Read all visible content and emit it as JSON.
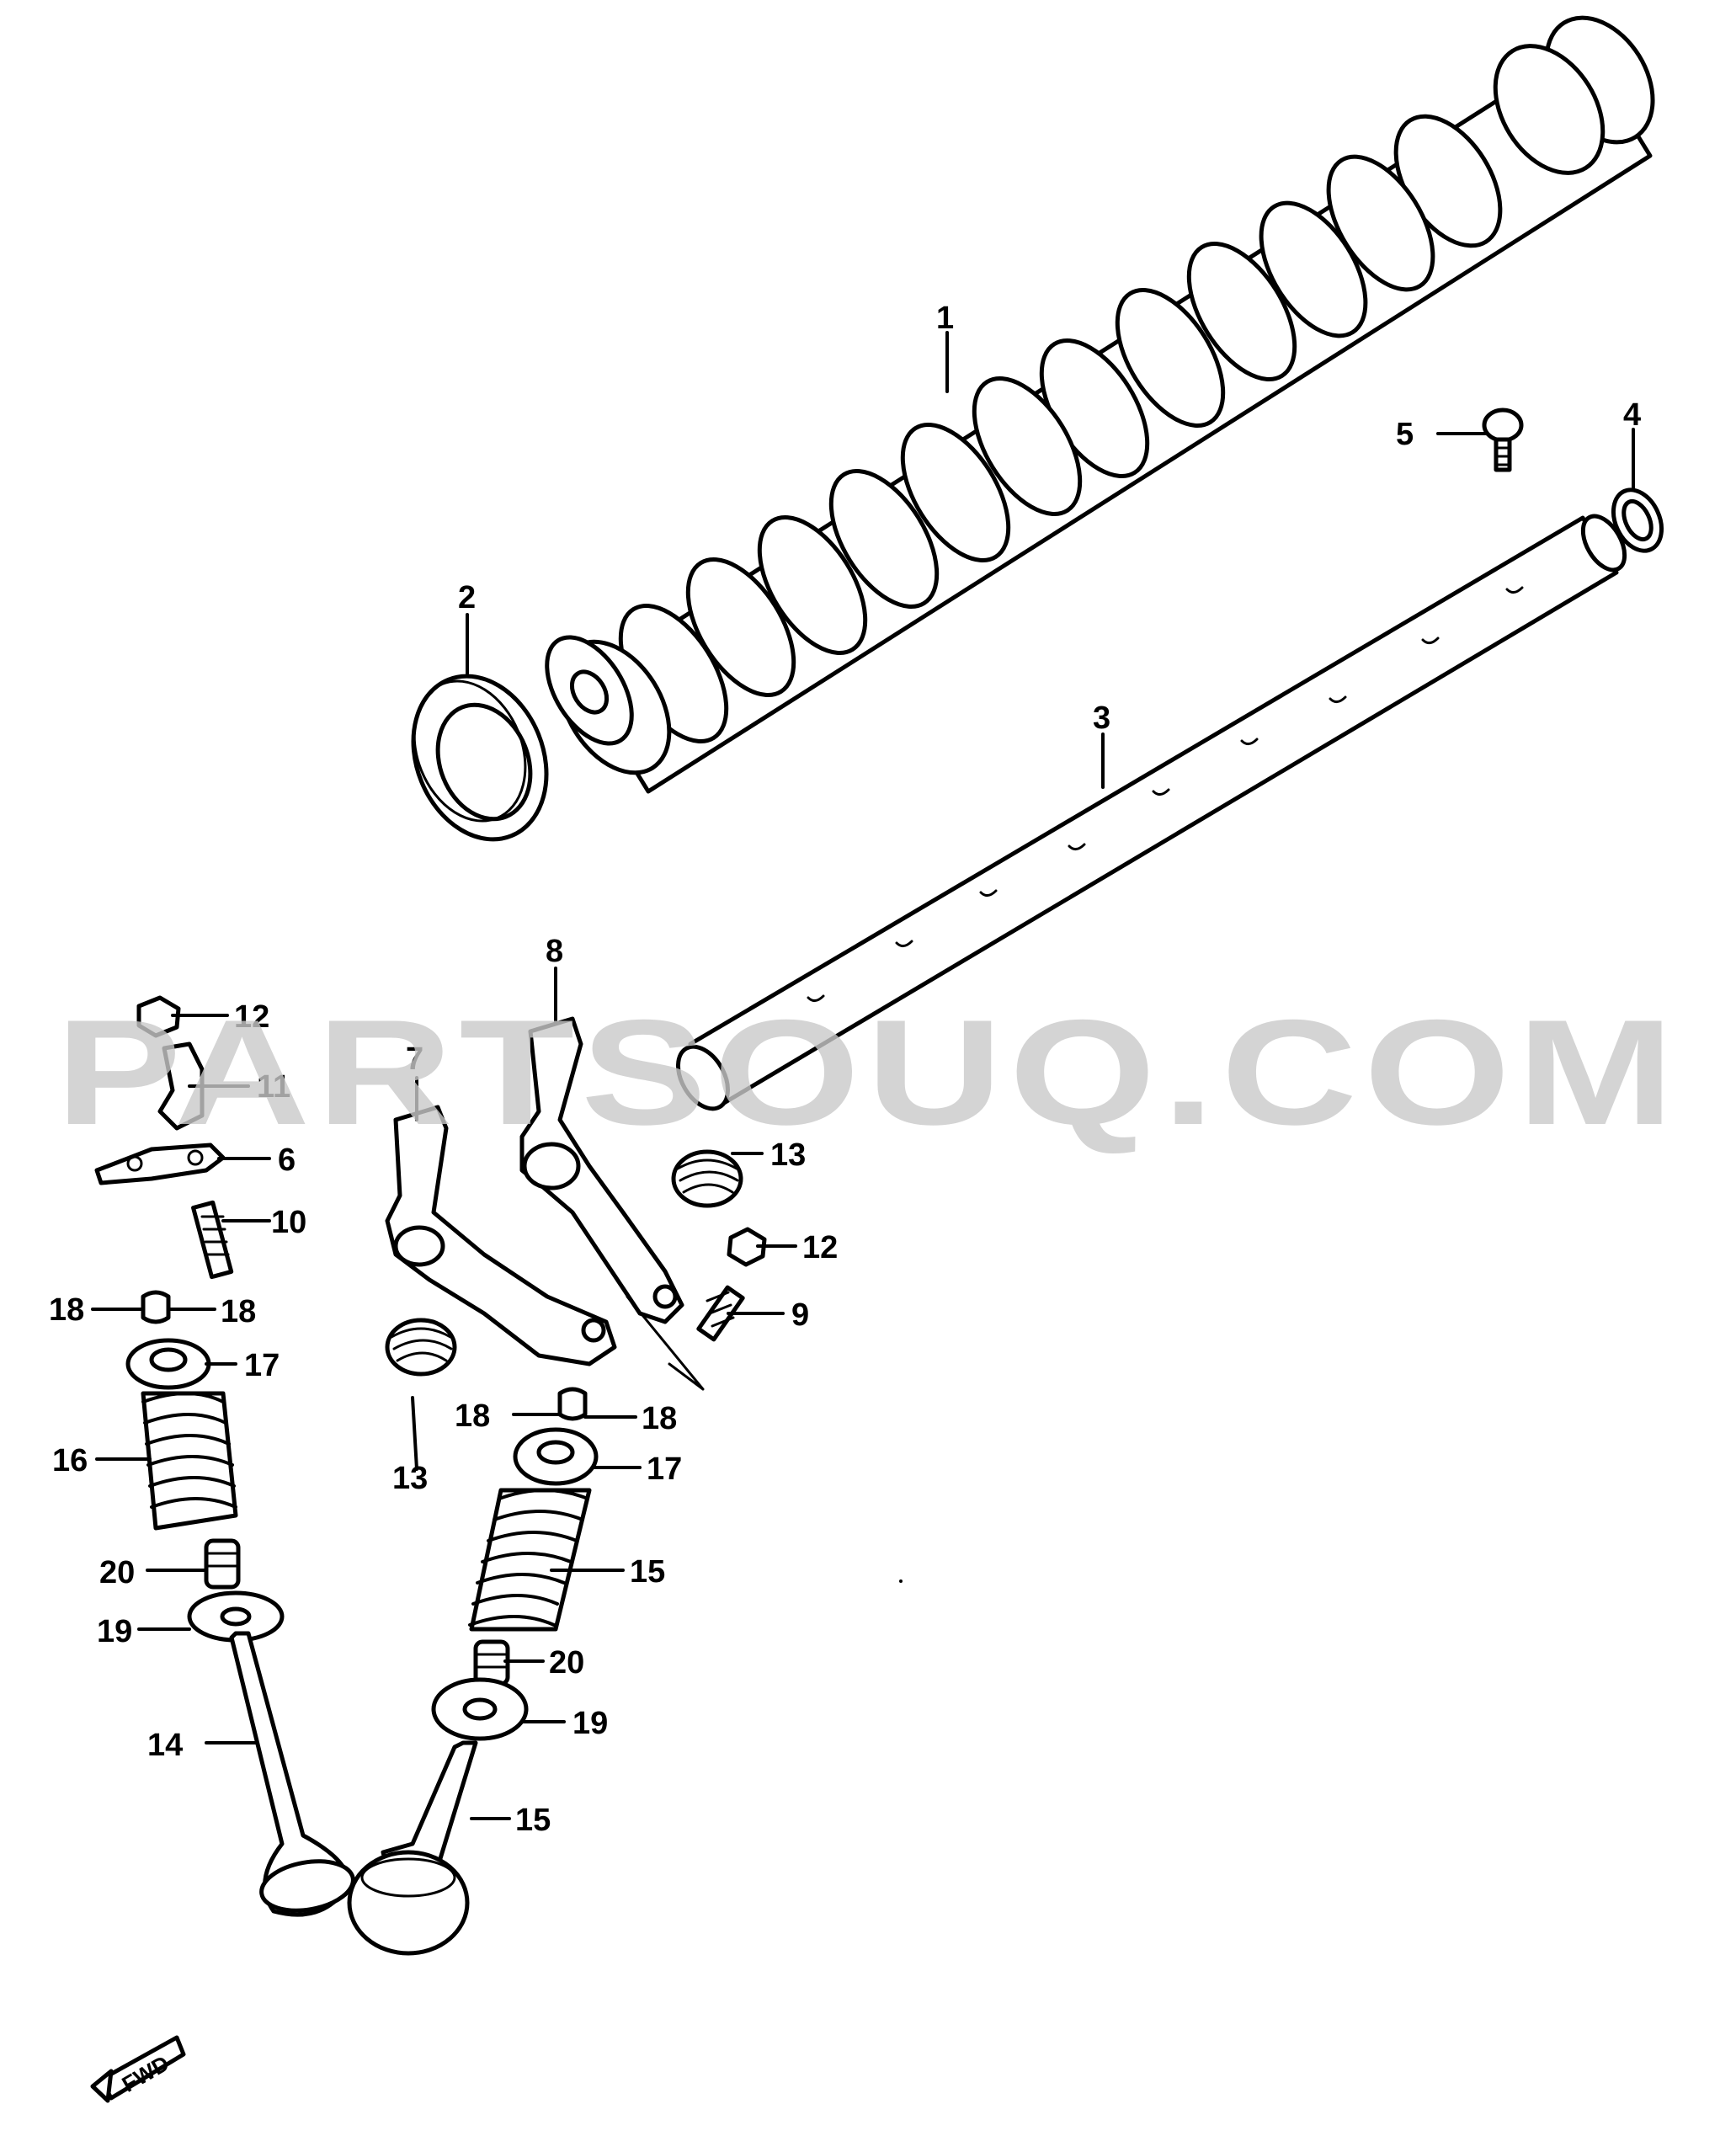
{
  "watermark": "PARTSOUQ.COM",
  "direction_marker": "FWD",
  "colors": {
    "ink": "#000000",
    "watermark": "#c9c9c9",
    "background": "#ffffff"
  },
  "callouts": {
    "c1": "1",
    "c2": "2",
    "c3": "3",
    "c4": "4",
    "c5": "5",
    "c6": "6",
    "c7": "7",
    "c8": "8",
    "c9": "9",
    "c10": "10",
    "c11": "11",
    "c12a": "12",
    "c12b": "12",
    "c13a": "13",
    "c13b": "13",
    "c14": "14",
    "c15a": "15",
    "c15b": "15",
    "c16": "16",
    "c17a": "17",
    "c17b": "17",
    "c18a": "18",
    "c18b": "18",
    "c18c": "18",
    "c18d": "18",
    "c19a": "19",
    "c19b": "19",
    "c20a": "20",
    "c20b": "20"
  }
}
